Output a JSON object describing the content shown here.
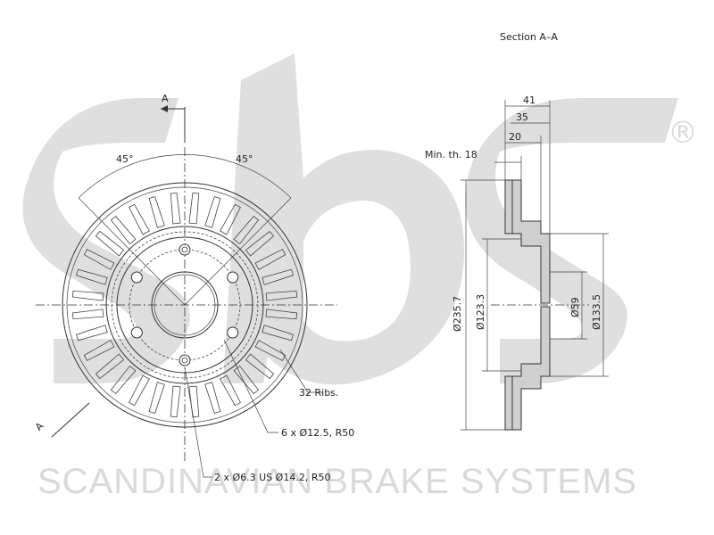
{
  "watermark": {
    "brand_text": "SCANDINAVIAN BRAKE SYSTEMS",
    "registered_symbol": "®"
  },
  "front_view": {
    "section_marker_top": "A",
    "section_marker_bottom": "A",
    "angle_left": "45°",
    "angle_right": "45°",
    "ribs_callout": "32 Ribs.",
    "bolt_holes_callout": "6 x Ø12.5, R50",
    "small_holes_callout": "2 x Ø6.3 US Ø14.2, R50"
  },
  "section_view": {
    "title": "Section A–A",
    "dim_41": "41",
    "dim_35": "35",
    "dim_20": "20",
    "min_thickness": "Min. th. 18",
    "dia_235": "Ø235.7",
    "dia_123": "Ø123.3",
    "dia_59": "Ø59",
    "dia_133": "Ø133.5"
  },
  "colors": {
    "watermark": "#d9d9d9",
    "lines": "#333333",
    "hatch": "#cfcfcf"
  }
}
